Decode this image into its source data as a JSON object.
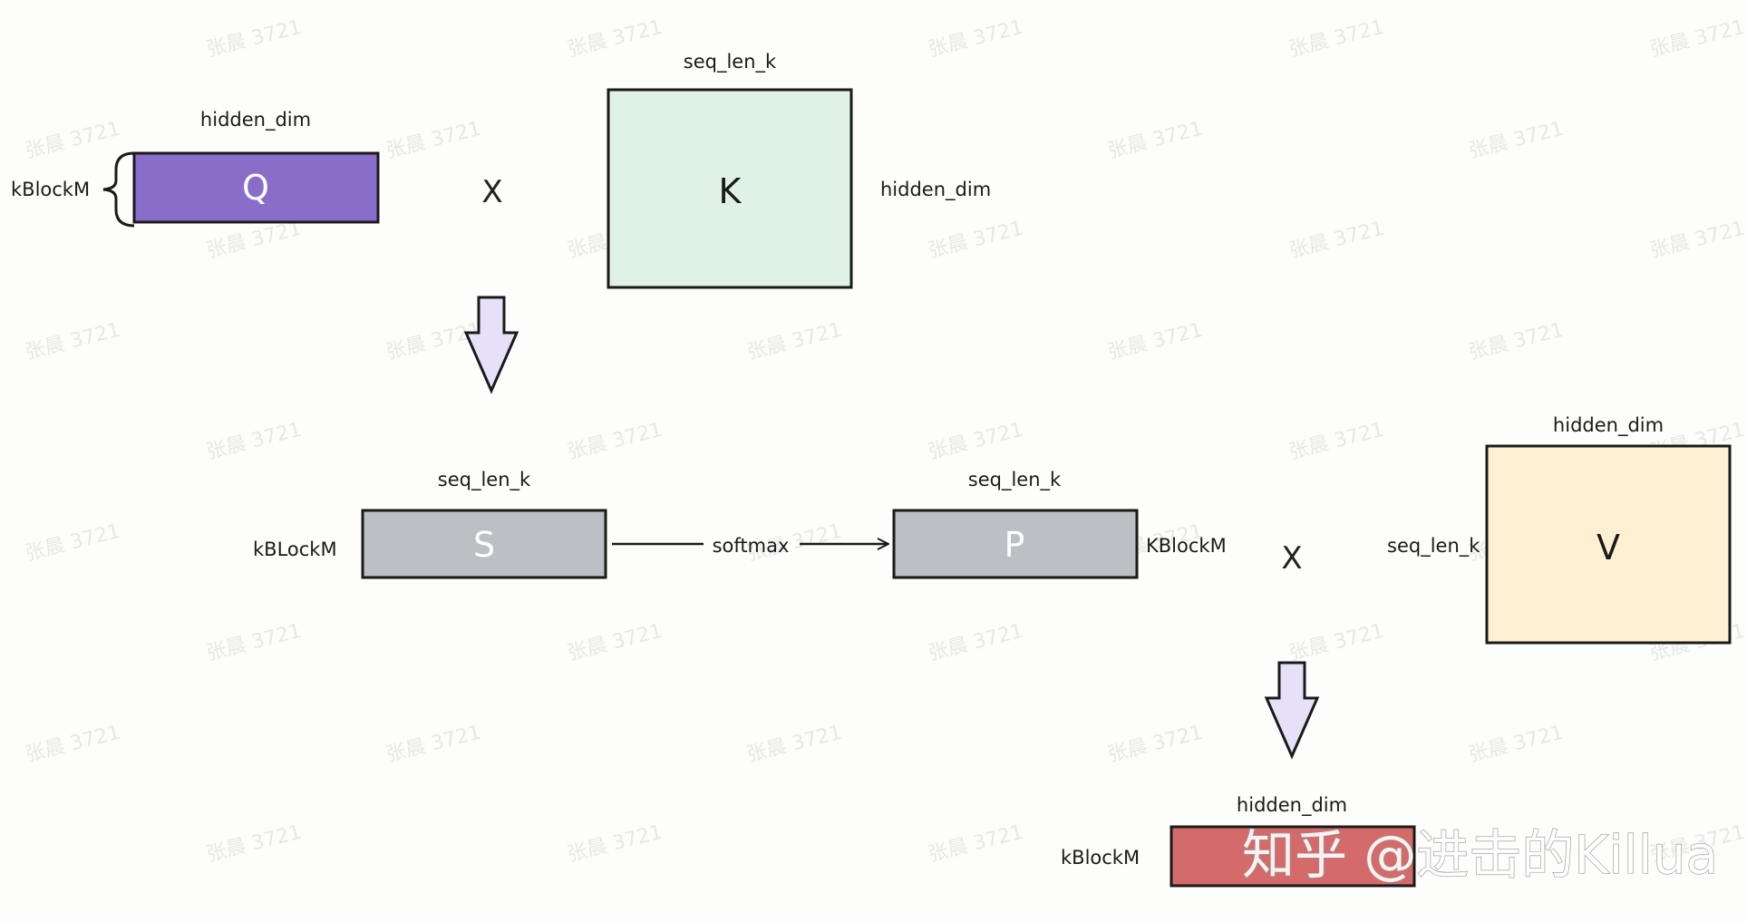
{
  "colors": {
    "background": "#fdfdfb",
    "q_fill": "#8a6cc9",
    "k_fill": "#e0f2e6",
    "s_fill": "#bcbfc3",
    "p_fill": "#bcbfc3",
    "v_fill": "#fdf0d2",
    "o_fill": "#d46a6a",
    "arrow_fill": "#e6e0f8",
    "stroke": "#1a1a1a"
  },
  "row1": {
    "q": {
      "label": "Q",
      "top_dim": "hidden_dim",
      "left_dim": "kBlockM"
    },
    "times": "X",
    "k": {
      "label": "K",
      "top_dim": "seq_len_k",
      "right_dim": "hidden_dim"
    }
  },
  "row2": {
    "s": {
      "label": "S",
      "top_dim": "seq_len_k",
      "left_dim": "kBLockM"
    },
    "softmax": "softmax",
    "p": {
      "label": "P",
      "top_dim": "seq_len_k",
      "right_dim": "KBlockM"
    },
    "times": "X",
    "v": {
      "label": "V",
      "top_dim": "hidden_dim",
      "left_dim": "seq_len_k"
    }
  },
  "row3": {
    "o": {
      "top_dim": "hidden_dim",
      "left_dim": "kBlockM"
    }
  },
  "watermark": {
    "text": "张晨 3721",
    "brand": "知乎 @进击的Killua"
  }
}
